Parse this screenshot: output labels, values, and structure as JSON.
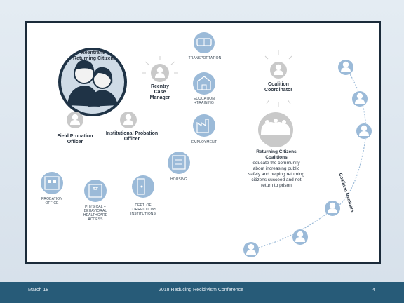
{
  "diagram": {
    "reentrant": {
      "line1": "Reentrant/",
      "line2": "Returning Citizen"
    },
    "case_manager": {
      "line1": "Reentry",
      "line2": "Case",
      "line3": "Manager"
    },
    "field_po": {
      "line1": "Field Probation",
      "line2": "Officer"
    },
    "inst_po": {
      "line1": "Institutional Probation",
      "line2": "Officer"
    },
    "coordinator": {
      "line1": "Coalition",
      "line2": "Coordinator"
    },
    "transportation": "TRANSPORTATION",
    "education": {
      "line1": "EDUCATION",
      "line2": "+TRAINING"
    },
    "employment": "EMPLOYMENT",
    "housing": "HOUSING",
    "probation_office": {
      "line1": "PROBATION",
      "line2": "OFFICE"
    },
    "healthcare": {
      "line1": "PHYSICAL +",
      "line2": "BEHAVIORAL",
      "line3": "HEALTHCARE",
      "line4": "ACCESS"
    },
    "corrections": {
      "line1": "DEPT. OF",
      "line2": "CORRECTIONS",
      "line3": "INSTITUTIONS"
    },
    "coalitions": {
      "title1": "Returning Citizens",
      "title2": "Coalitions",
      "body1": "educate the community",
      "body2": "about increasing public",
      "body3": "safety and helping returning",
      "body4": "citizens succeed and not",
      "body5": "return to prison"
    },
    "members_label": "Coalition Members"
  },
  "footer": {
    "date": "March 18",
    "title": "2018 Reducing Recidivism Conference",
    "page": "4"
  },
  "colors": {
    "accent_blue": "#9bbad8",
    "dark_navy": "#1f3346",
    "gray": "#c9c9c9",
    "footer": "#275b78"
  }
}
